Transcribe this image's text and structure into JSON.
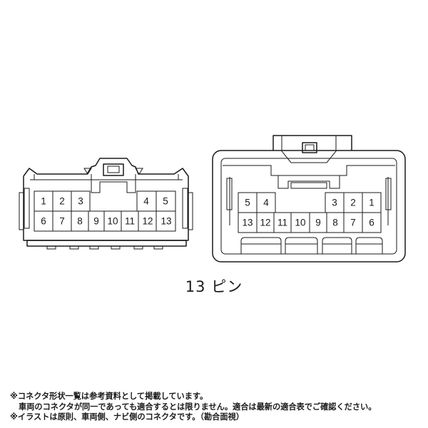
{
  "caption": "13 ピン",
  "left_connector": {
    "top_row": [
      "1",
      "2",
      "3",
      "4",
      "5"
    ],
    "bottom_row": [
      "6",
      "7",
      "8",
      "9",
      "10",
      "11",
      "12",
      "13"
    ]
  },
  "right_connector": {
    "top_row": [
      "5",
      "4",
      "3",
      "2",
      "1"
    ],
    "bottom_row": [
      "13",
      "12",
      "11",
      "10",
      "9",
      "8",
      "7",
      "6"
    ]
  },
  "notes": [
    "※コネクタ形状一覧は参考資料として掲載しています。",
    "車両のコネクタが同一であっても適合するとは限りません。適合は最新の適合表でご確認ください。",
    "※イラストは原則、車両側、ナビ側のコネクタです。（勘合面視）"
  ]
}
